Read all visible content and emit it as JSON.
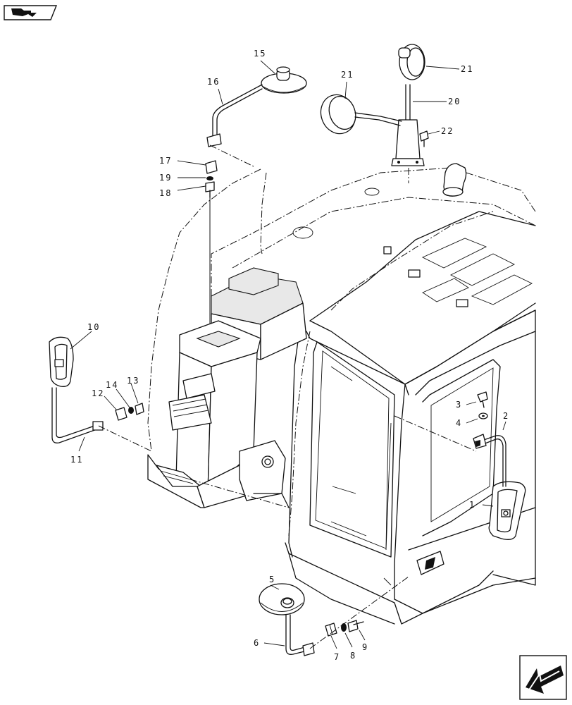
{
  "callouts": [
    {
      "id": "c1",
      "text": "1"
    },
    {
      "id": "c2",
      "text": "2"
    },
    {
      "id": "c3",
      "text": "3"
    },
    {
      "id": "c4",
      "text": "4"
    },
    {
      "id": "c5",
      "text": "5"
    },
    {
      "id": "c6",
      "text": "6"
    },
    {
      "id": "c7",
      "text": "7"
    },
    {
      "id": "c8",
      "text": "8"
    },
    {
      "id": "c9",
      "text": "9"
    },
    {
      "id": "c10",
      "text": "10"
    },
    {
      "id": "c11",
      "text": "11"
    },
    {
      "id": "c12",
      "text": "12"
    },
    {
      "id": "c13",
      "text": "13"
    },
    {
      "id": "c14",
      "text": "14"
    },
    {
      "id": "c15",
      "text": "15"
    },
    {
      "id": "c16",
      "text": "16"
    },
    {
      "id": "c17",
      "text": "17"
    },
    {
      "id": "c18",
      "text": "18"
    },
    {
      "id": "c19",
      "text": "19"
    },
    {
      "id": "c20",
      "text": "20"
    },
    {
      "id": "c21a",
      "text": "21"
    },
    {
      "id": "c21b",
      "text": "21"
    },
    {
      "id": "c22",
      "text": "22"
    }
  ],
  "icons": {
    "top_left": "book-arrow-icon",
    "bottom_right": "arrow-back-icon"
  }
}
